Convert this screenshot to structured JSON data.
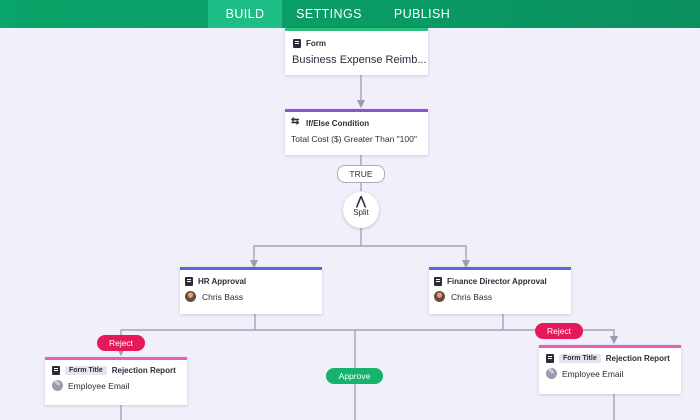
{
  "tabs": [
    {
      "label": "BUILD",
      "active": true
    },
    {
      "label": "SETTINGS",
      "active": false
    },
    {
      "label": "PUBLISH",
      "active": false
    }
  ],
  "colors": {
    "header": "#0aa56a",
    "active_tab": "#1dbd85",
    "form_accent": "#2fbf7e",
    "condition_accent": "#8a54d6",
    "approval_accent": "#5b63e0",
    "email_accent": "#ea5fb4",
    "reject": "#e5195a",
    "approve": "#15b36c"
  },
  "form_node": {
    "type_label": "Form",
    "title": "Business Expense Reimb...",
    "icon": "form-icon"
  },
  "condition_node": {
    "type_label": "If/Else Condition",
    "text": "Total Cost ($) Greater Than \"100\"",
    "icon": "condition-icon"
  },
  "true_label": "TRUE",
  "split_node": {
    "label": "Split",
    "icon": "split-icon"
  },
  "hr_approval": {
    "type_label": "HR Approval",
    "assignee": "Chris Bass",
    "icon": "approval-icon"
  },
  "finance_approval": {
    "type_label": "Finance Director Approval",
    "assignee": "Chris Bass",
    "icon": "approval-icon"
  },
  "reject_label": "Reject",
  "approve_label": "Approve",
  "rejection_left": {
    "chip": "Form Title",
    "title": "Rejection Report",
    "recipient": "Employee Email"
  },
  "rejection_right": {
    "chip": "Form Title",
    "title": "Rejection Report",
    "recipient": "Employee Email"
  }
}
